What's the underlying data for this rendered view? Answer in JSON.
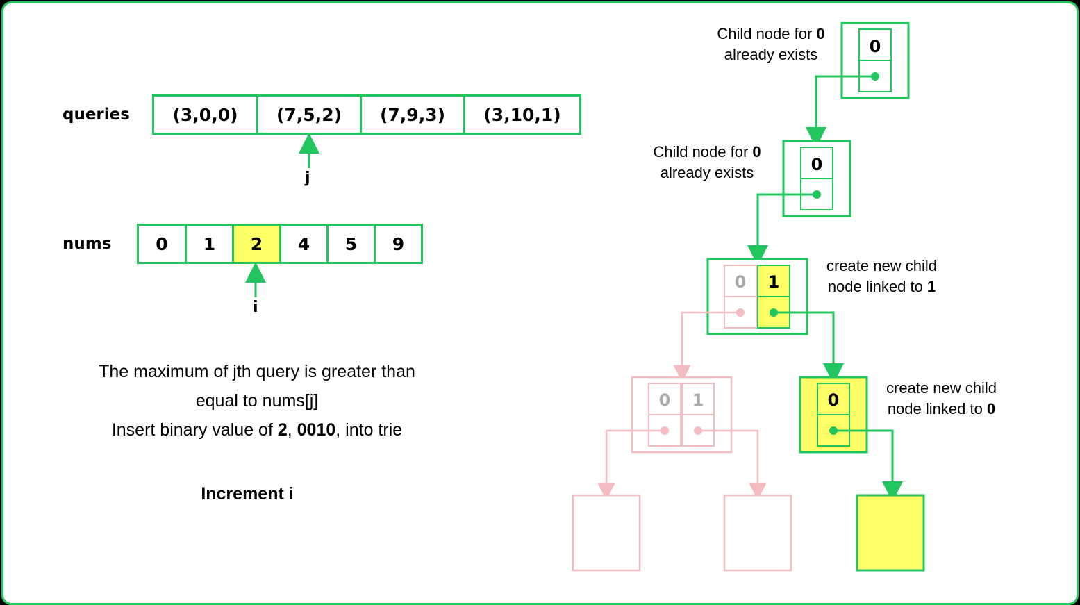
{
  "queries": {
    "label": "queries",
    "items": [
      "(3,0,0)",
      "(7,5,2)",
      "(7,9,3)",
      "(3,10,1)"
    ],
    "pointer_label": "j"
  },
  "nums": {
    "label": "nums",
    "items": [
      "0",
      "1",
      "2",
      "4",
      "5",
      "9"
    ],
    "highlight_index": 2,
    "pointer_label": "i"
  },
  "explanation": {
    "line1": "The maximum of  jth query is greater than",
    "line2": "equal to nums[j]",
    "line3_pre": "Insert binary value of ",
    "line3_num": "2",
    "line3_sep": ", ",
    "line3_bin": "0010",
    "line3_post": ", into trie",
    "action": "Increment i"
  },
  "trie": {
    "node1": {
      "bit": "0",
      "note_pre": "Child node for ",
      "note_bit": "0",
      "note_post": "already exists"
    },
    "node2": {
      "bit": "0",
      "note_pre": "Child node for ",
      "note_bit": "0",
      "note_post": "already exists"
    },
    "node3": {
      "bits": [
        "0",
        "1"
      ],
      "note_line1": "create new child",
      "note_pre": "node linked to ",
      "note_bit": "1"
    },
    "node4_faded": {
      "bits": [
        "0",
        "1"
      ]
    },
    "node5": {
      "bit": "0",
      "note_line1": "create new child",
      "note_pre": "node linked to ",
      "note_bit": "0"
    }
  },
  "colors": {
    "accent_green": "#22c55e",
    "highlight_yellow": "#ffff66",
    "faded_pink": "#f2bcc0",
    "faded_text": "#aaaaaa"
  }
}
